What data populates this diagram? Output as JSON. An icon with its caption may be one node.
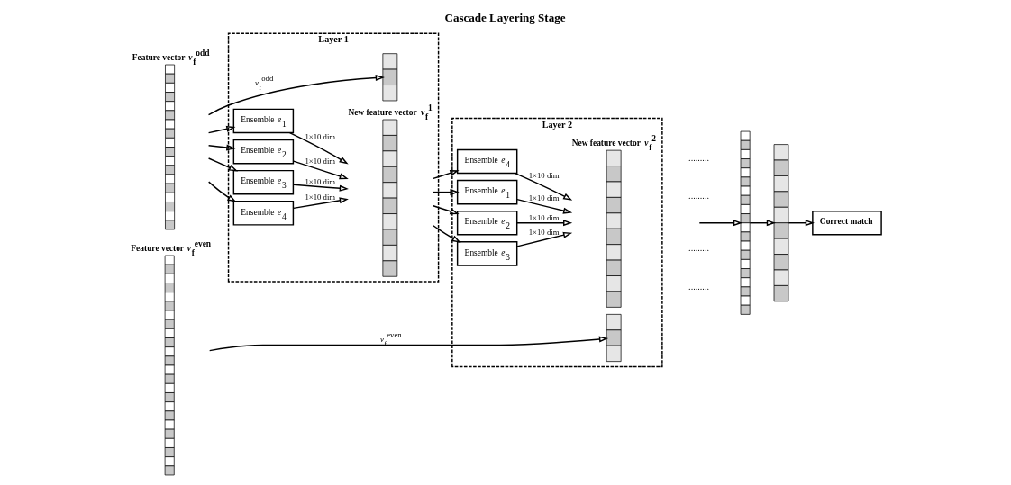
{
  "diagram": {
    "title": "Cascade Layering Stage",
    "nodes": [
      {
        "text": [
          "Layer 1"
        ]
      },
      {
        "text": [
          "Ensemble *e*$_{1}$"
        ],
        "in": 0
      },
      {
        "text": [
          "Ensemble *e*$_{2}$"
        ],
        "in": 0
      },
      {
        "text": [
          "Ensemble *e*$_{3}$"
        ],
        "in": 0
      },
      {
        "text": [
          "Ensemble *e*$_{4}$"
        ],
        "in": 0
      },
      {
        "text": [
          "New feature vector *v*$_{f}$$^{1}$"
        ],
        "in": 0
      },
      {
        "text": [],
        "shape": "bar",
        "in": 0
      },
      {
        "text": [
          "Layer 2"
        ]
      },
      {
        "text": [
          "Ensemble *e*$_{1}$"
        ],
        "in": 7
      },
      {
        "text": [
          "Ensemble *e*$_{2}$"
        ],
        "in": 7
      },
      {
        "text": [
          "Ensemble *e*$_{3}$"
        ],
        "in": 7
      },
      {
        "text": [
          "Ensemble *e*$_{4}$"
        ],
        "in": 7
      },
      {
        "text": [
          "New feature vector *v*$_{f}$$^{2}$"
        ],
        "in": 7
      },
      {
        "text": [],
        "shape": "bar",
        "in": 7
      },
      {
        "text": [
          "Feature vector *v*$_{f}$$^{odd}$"
        ]
      },
      {
        "text": [
          "Feature vector *v*$_{f}$$^{even}$"
        ]
      },
      {
        "text": [],
        "shape": "bar"
      },
      {
        "text": [],
        "shape": "bar"
      },
      {
        "text": [
          "Correct match"
        ]
      }
    ],
    "edges": [
      {
        "from": 14,
        "to": 1,
        "arrow": "to"
      },
      {
        "from": 14,
        "to": 2,
        "arrow": "to"
      },
      {
        "from": 14,
        "to": 3,
        "arrow": "to"
      },
      {
        "from": 14,
        "to": 4,
        "arrow": "to"
      },
      {
        "from": 14,
        "to": 6,
        "arrow": "to",
        "label": "*v*$_{f}$$^{odd}$"
      },
      {
        "from": 15,
        "to": 13,
        "arrow": "to",
        "label": "*v*$_{f}$$^{even}$"
      },
      {
        "from": 1,
        "to": 5,
        "arrow": "to",
        "label": "1×10 dim"
      },
      {
        "from": 2,
        "to": 5,
        "arrow": "to",
        "label": "1×10 dim"
      },
      {
        "from": 3,
        "to": 5,
        "arrow": "to",
        "label": "1×10 dim"
      },
      {
        "from": 4,
        "to": 5,
        "arrow": "to",
        "label": "1×10 dim"
      },
      {
        "from": 5,
        "to": 8,
        "arrow": "to"
      },
      {
        "from": 5,
        "to": 9,
        "arrow": "to"
      },
      {
        "from": 5,
        "to": 10,
        "arrow": "to"
      },
      {
        "from": 5,
        "to": 11,
        "arrow": "to"
      },
      {
        "from": 8,
        "to": 12,
        "arrow": "to",
        "label": "1×10 dim"
      },
      {
        "from": 9,
        "to": 12,
        "arrow": "to",
        "label": "1×10 dim"
      },
      {
        "from": 10,
        "to": 12,
        "arrow": "to",
        "label": "1×10 dim"
      },
      {
        "from": 11,
        "to": 12,
        "arrow": "to",
        "label": "1×10 dim"
      },
      {
        "from": null,
        "to": 16,
        "arrow": "to"
      },
      {
        "from": 16,
        "to": 17,
        "arrow": "to"
      },
      {
        "from": 17,
        "to": 18,
        "arrow": "to"
      }
    ],
    "labels": [
      ".........",
      ".........",
      ".........",
      "........."
    ]
  }
}
